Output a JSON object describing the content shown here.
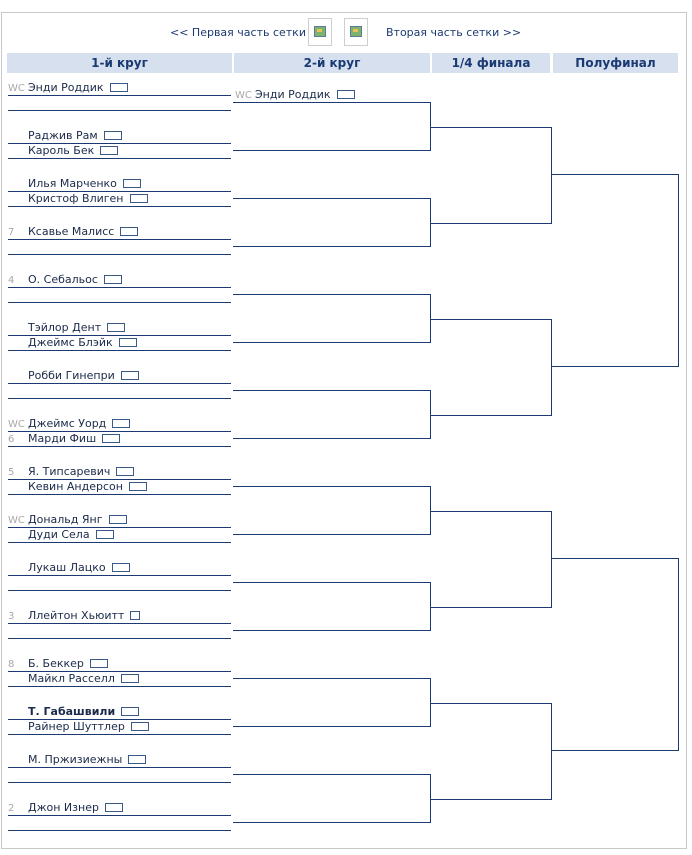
{
  "nav": {
    "prev_label": "<< Первая часть сетки",
    "next_label": "Вторая часть сетки >>",
    "icon": "image-icon"
  },
  "headers": {
    "round1": "1-й круг",
    "round2": "2-й круг",
    "quarter": "1/4 финала",
    "semi": "Полуфинал"
  },
  "round1": [
    {
      "seed": "WC",
      "name": "Энди Роддик",
      "bold": false
    },
    {
      "seed": "",
      "name": "",
      "bold": false
    },
    {
      "seed": "",
      "name": "Раджив Рам",
      "bold": false
    },
    {
      "seed": "",
      "name": "Кароль Бек",
      "bold": false
    },
    {
      "seed": "",
      "name": "Илья Марченко",
      "bold": false
    },
    {
      "seed": "",
      "name": "Кристоф Влиген",
      "bold": false
    },
    {
      "seed": "7",
      "name": "Ксавье Малисс",
      "bold": false
    },
    {
      "seed": "",
      "name": "",
      "bold": false
    },
    {
      "seed": "4",
      "name": "О. Себальос",
      "bold": false
    },
    {
      "seed": "",
      "name": "",
      "bold": false
    },
    {
      "seed": "",
      "name": "Тэйлор Дент",
      "bold": false
    },
    {
      "seed": "",
      "name": "Джеймс Блэйк",
      "bold": false
    },
    {
      "seed": "",
      "name": "Робби Гинепри",
      "bold": false
    },
    {
      "seed": "",
      "name": "",
      "bold": false
    },
    {
      "seed": "WC",
      "name": "Джеймс Уорд",
      "bold": false
    },
    {
      "seed": "6",
      "name": "Марди Фиш",
      "bold": false
    },
    {
      "seed": "5",
      "name": "Я. Типсаревич",
      "bold": false
    },
    {
      "seed": "",
      "name": "Кевин Андерсон",
      "bold": false
    },
    {
      "seed": "WC",
      "name": "Дональд Янг",
      "bold": false
    },
    {
      "seed": "",
      "name": "Дуди Села",
      "bold": false
    },
    {
      "seed": "",
      "name": "Лукаш Лацко",
      "bold": false
    },
    {
      "seed": "",
      "name": "",
      "bold": false
    },
    {
      "seed": "3",
      "name": "Ллейтон Хьюитт",
      "bold": false
    },
    {
      "seed": "",
      "name": "",
      "bold": false
    },
    {
      "seed": "8",
      "name": "Б. Беккер",
      "bold": false
    },
    {
      "seed": "",
      "name": "Майкл Расселл",
      "bold": false
    },
    {
      "seed": "",
      "name": "Т. Габашвили",
      "bold": true
    },
    {
      "seed": "",
      "name": "Райнер Шуттлер",
      "bold": false
    },
    {
      "seed": "",
      "name": "М. Пржизиежны",
      "bold": false
    },
    {
      "seed": "",
      "name": "",
      "bold": false
    },
    {
      "seed": "2",
      "name": "Джон Изнер",
      "bold": false
    },
    {
      "seed": "",
      "name": "",
      "bold": false
    }
  ],
  "round2": [
    {
      "seed": "WC",
      "name": "Энди Роддик"
    }
  ],
  "colors": {
    "line": "#1b3a73",
    "header_bg": "#d6e0ee",
    "header_text": "#1b3a73",
    "seed_text": "#a8a8a8"
  }
}
